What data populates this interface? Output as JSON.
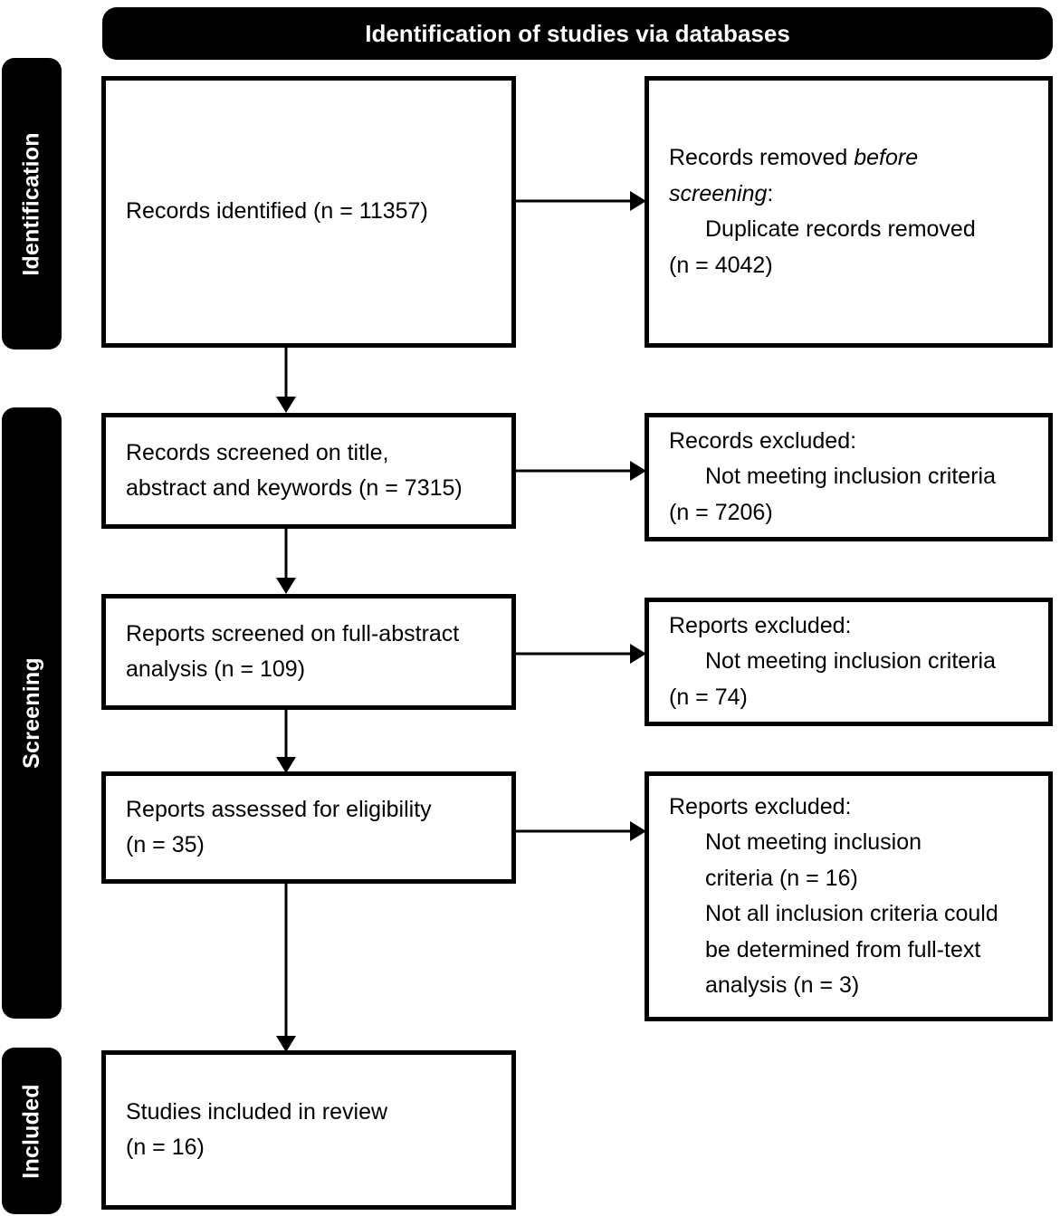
{
  "header": {
    "title": "Identification of studies via databases"
  },
  "phases": [
    {
      "id": "identification",
      "label": "Identification"
    },
    {
      "id": "screening",
      "label": "Screening"
    },
    {
      "id": "included",
      "label": "Included"
    }
  ],
  "boxes": {
    "records_identified": {
      "lines": [
        "Records identified  (n = 11357)"
      ]
    },
    "records_removed": {
      "line1_prefix": "Records removed ",
      "line1_italic": "before",
      "line2_italic": "screening",
      "line2_suffix": ":",
      "line3": "Duplicate records removed",
      "line4": "(n = 4042)"
    },
    "records_screened": {
      "line1": "Records screened on title,",
      "line2": "abstract and keywords (n = 7315)"
    },
    "records_excluded": {
      "line1": "Records excluded:",
      "line2": "Not meeting inclusion criteria",
      "line3": "(n = 7206)"
    },
    "reports_screened": {
      "line1": "Reports screened on full-abstract",
      "line2": "analysis (n = 109)"
    },
    "reports_excluded_1": {
      "line1": "Reports excluded:",
      "line2": "Not meeting inclusion criteria",
      "line3": "(n = 74)"
    },
    "reports_assessed": {
      "line1": "Reports assessed for eligibility",
      "line2": "(n = 35)"
    },
    "reports_excluded_2": {
      "line1": "Reports excluded:",
      "line2": "Not meeting inclusion",
      "line3": "criteria (n = 16)",
      "line4": "Not all inclusion criteria could",
      "line5": "be determined from full-text",
      "line6": "analysis (n = 3)"
    },
    "studies_included": {
      "line1": "Studies included in review",
      "line2": "(n = 16)"
    }
  },
  "colors": {
    "banner_background": "#000000",
    "banner_text": "#ffffff",
    "box_border": "#000000",
    "box_background": "#ffffff",
    "text": "#000000",
    "connector": "#000000"
  },
  "chart_data": {
    "type": "table",
    "title": "Identification of studies via databases",
    "stages": [
      {
        "phase": "Identification",
        "stage": "Records identified",
        "n": 11357
      },
      {
        "phase": "Identification",
        "stage": "Duplicate records removed before screening",
        "n": 4042
      },
      {
        "phase": "Screening",
        "stage": "Records screened on title, abstract and keywords",
        "n": 7315
      },
      {
        "phase": "Screening",
        "stage": "Records excluded - not meeting inclusion criteria",
        "n": 7206
      },
      {
        "phase": "Screening",
        "stage": "Reports screened on full-abstract analysis",
        "n": 109
      },
      {
        "phase": "Screening",
        "stage": "Reports excluded - not meeting inclusion criteria",
        "n": 74
      },
      {
        "phase": "Screening",
        "stage": "Reports assessed for eligibility",
        "n": 35
      },
      {
        "phase": "Screening",
        "stage": "Reports excluded - not meeting inclusion criteria",
        "n": 16
      },
      {
        "phase": "Screening",
        "stage": "Reports excluded - not all inclusion criteria could be determined from full-text analysis",
        "n": 3
      },
      {
        "phase": "Included",
        "stage": "Studies included in review",
        "n": 16
      }
    ]
  }
}
